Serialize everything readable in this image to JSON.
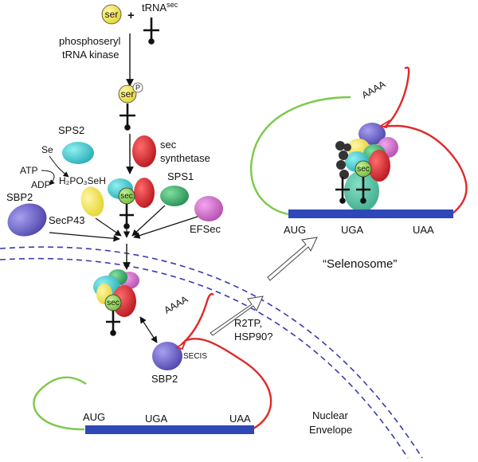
{
  "labels": {
    "ser": "ser",
    "plus": "+",
    "trna": "tRNA",
    "trna_sup": "sec",
    "kinase_line1": "phosphoseryl",
    "kinase_line2": "tRNA kinase",
    "phospho_ser": "ser",
    "phospho_p": "P",
    "sec_synthetase_line1": "sec",
    "sec_synthetase_line2": "synthetase",
    "sps2": "SPS2",
    "se": "Se",
    "atp": "ATP",
    "adp": "ADP",
    "h2po3seh": "H₂PO₃SeH",
    "sps1": "SPS1",
    "sbp2_top": "SBP2",
    "secp43": "SecP43",
    "efsec": "EFSec",
    "sec": "sec",
    "aaaa": "AAAA",
    "secis": "SECIS",
    "sbp2_bottom": "SBP2",
    "r2tp_line1": "R2TP,",
    "r2tp_line2": "HSP90?",
    "aug": "AUG",
    "uga": "UGA",
    "uaa": "UAA",
    "nuclear_line1": "Nuclear",
    "nuclear_line2": "Envelope",
    "selenosome": "“Selenosome”"
  },
  "colors": {
    "ser_yellow": "#f1e45a",
    "sec_green": "#8ed15a",
    "sps2_cyan": "#3fc4c9",
    "synthetase_red": "#d8222b",
    "sps1_green": "#3fae6a",
    "sbp2_blue": "#6f66c8",
    "secp43_yellow": "#d9d45a",
    "efsec_pink": "#d070c8",
    "mrna_blue": "#2f48b8",
    "utr_green": "#7cc947",
    "utr_red": "#e02a2a",
    "membrane_blue": "#3a3ab0"
  }
}
